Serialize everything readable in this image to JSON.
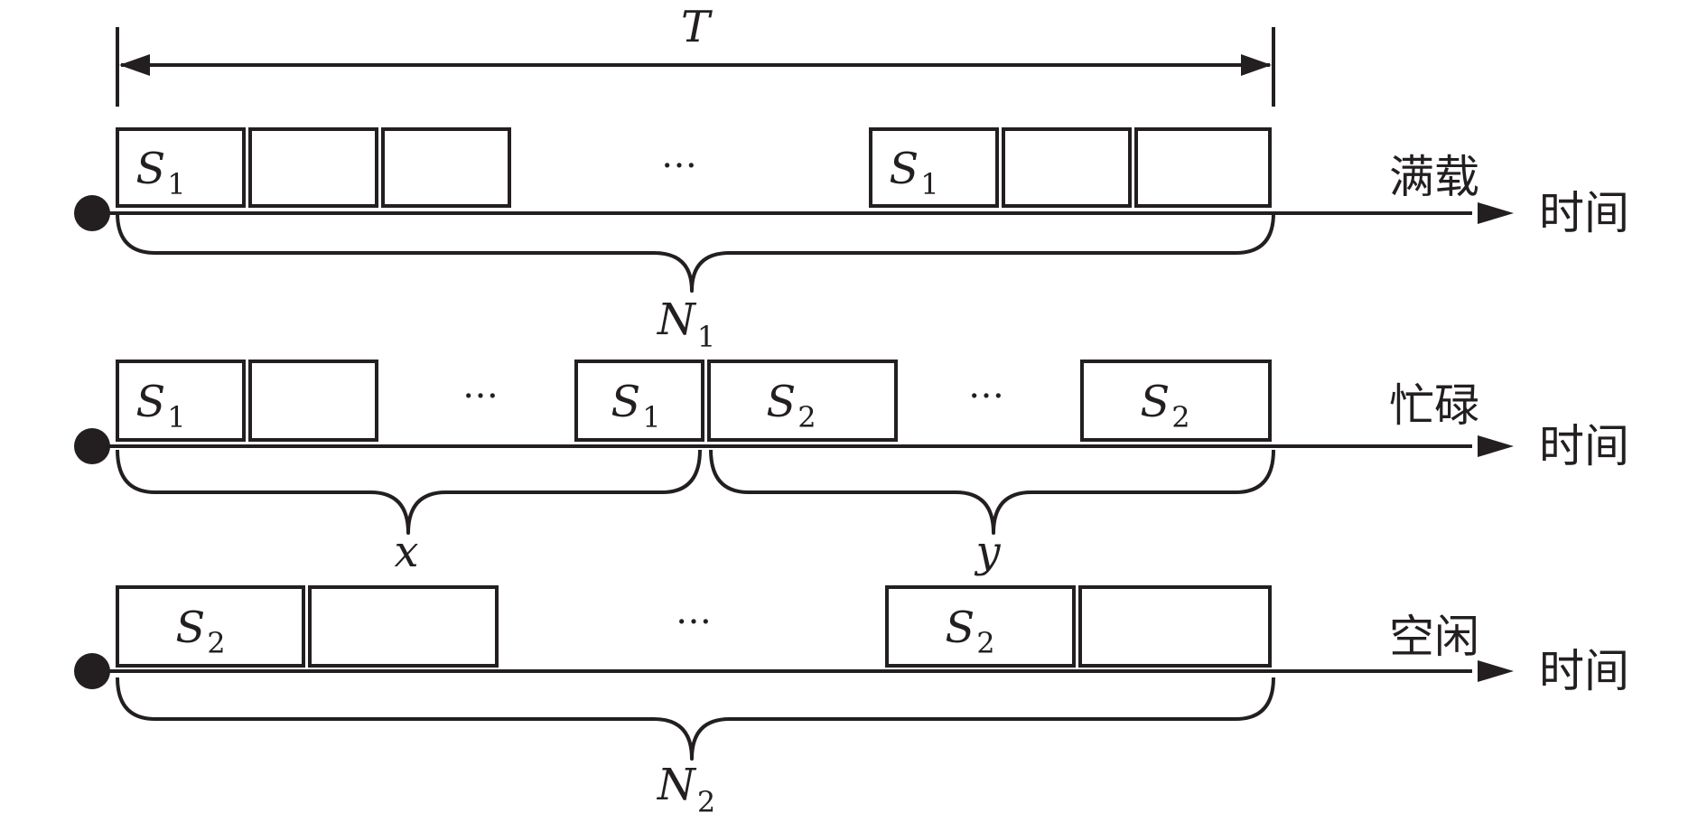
{
  "period_label": "T",
  "ellipsis": "…",
  "rows": {
    "full": {
      "state_label": "满载",
      "axis_label": "时间",
      "slot_1": {
        "main": "S",
        "sub": "1"
      },
      "slot_4": {
        "main": "S",
        "sub": "1"
      },
      "brace_label": {
        "main": "N",
        "sub": "1"
      }
    },
    "busy": {
      "state_label": "忙碌",
      "axis_label": "时间",
      "slot_1": {
        "main": "S",
        "sub": "1"
      },
      "slot_3": {
        "main": "S",
        "sub": "1"
      },
      "slot_4": {
        "main": "S",
        "sub": "2"
      },
      "slot_5": {
        "main": "S",
        "sub": "2"
      },
      "brace_left_label": "x",
      "brace_right_label": "y"
    },
    "idle": {
      "state_label": "空闲",
      "axis_label": "时间",
      "slot_1": {
        "main": "S",
        "sub": "2"
      },
      "slot_3": {
        "main": "S",
        "sub": "2"
      },
      "brace_label": {
        "main": "N",
        "sub": "2"
      }
    }
  }
}
